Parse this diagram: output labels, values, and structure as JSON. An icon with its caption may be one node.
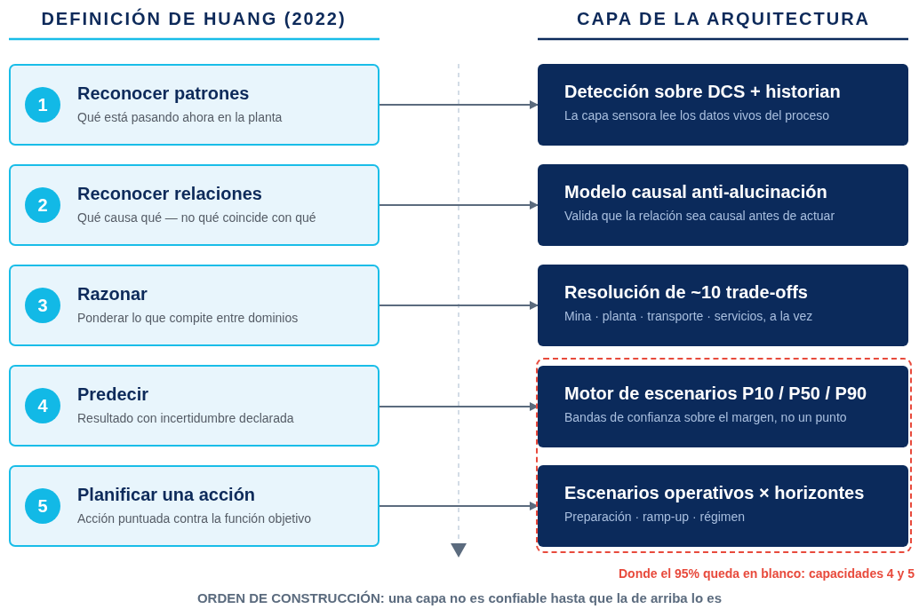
{
  "diagram": {
    "nodes": [
      {
        "text": [
          "1",
          "Reconocer patrones",
          "Qué está pasando ahora en la planta"
        ]
      },
      {
        "text": [
          "2",
          "Reconocer relaciones",
          "Qué causa qué — no qué coincide con qué"
        ]
      },
      {
        "text": [
          "3",
          "Razonar",
          "Ponderar lo que compite entre dominios"
        ]
      },
      {
        "text": [
          "4",
          "Predecir",
          "Resultado con incertidumbre declarada"
        ]
      },
      {
        "text": [
          "5",
          "Planificar una acción",
          "Acción puntuada contra la función objetivo"
        ]
      },
      {
        "text": [
          "Detección sobre DCS + historian",
          "La capa sensora lee los datos vivos del proceso"
        ]
      },
      {
        "text": [
          "Modelo causal anti-alucinación",
          "Valida que la relación sea causal antes de actuar"
        ]
      },
      {
        "text": [
          "Resolución de ~10 trade-offs",
          "Mina · planta · transporte · servicios, a la vez"
        ]
      },
      {
        "text": [],
        "shape": "box",
        "beside": [
          "Donde el 95% queda en blanco: capacidades 4 y 5"
        ]
      },
      {
        "text": [
          "Motor de escenarios P10 / P50 / P90",
          "Bandas de confianza sobre el margen, no un punto"
        ],
        "in": 8
      },
      {
        "text": [
          "Escenarios operativos × horizontes",
          "Preparación · ramp-up · régimen"
        ],
        "in": 8
      }
    ],
    "edges": [
      {
        "from": 0,
        "to": 5,
        "arrow": "to"
      },
      {
        "from": 1,
        "to": 6,
        "arrow": "to"
      },
      {
        "from": 2,
        "to": 7,
        "arrow": "to"
      },
      {
        "from": 3,
        "to": 9,
        "arrow": "to"
      },
      {
        "from": 4,
        "to": 10,
        "arrow": "to"
      }
    ],
    "labels": [
      "DEFINICIÓN DE HUANG (2022)",
      "CAPA DE LA ARQUITECTURA",
      "ORDEN DE CONSTRUCCIÓN: una capa no es confiable hasta que la de arriba lo es"
    ]
  }
}
